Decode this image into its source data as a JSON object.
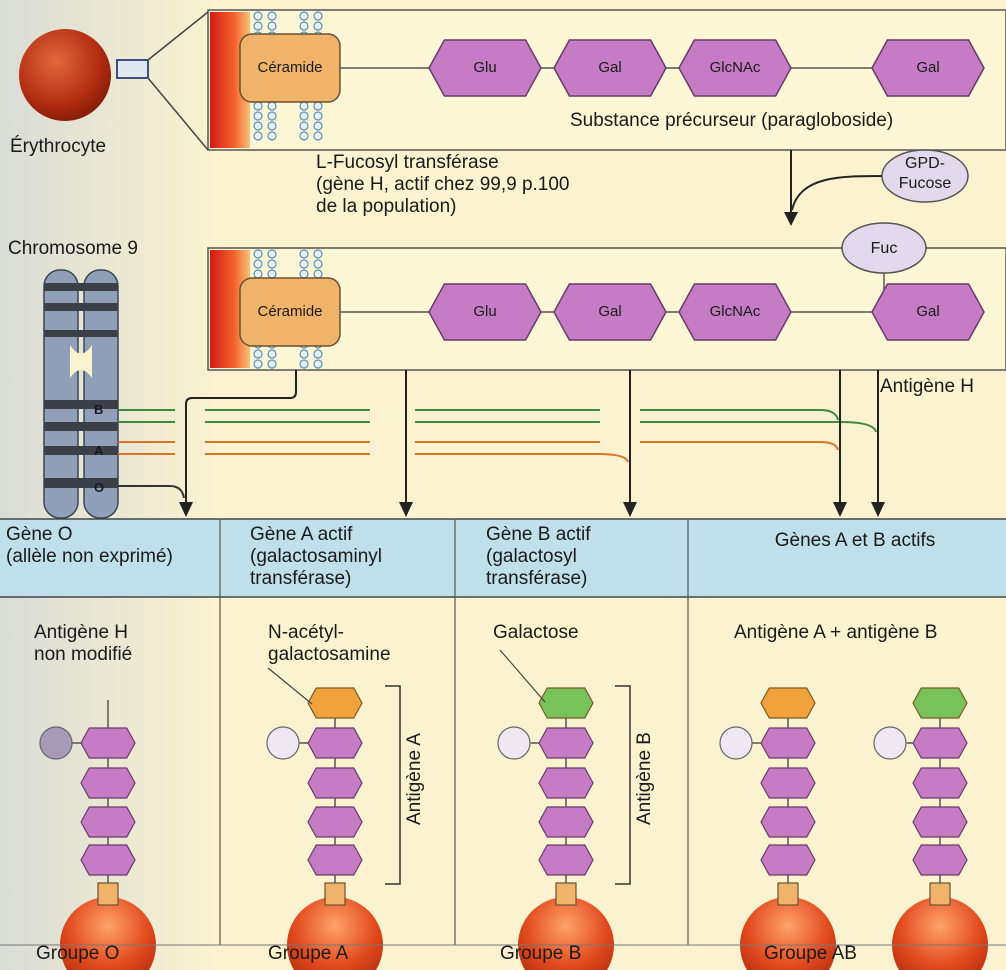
{
  "top": {
    "erythrocyte": "Érythrocyte",
    "precursor_title": "Substance précurseur (paragloboside)",
    "transferase": "L-Fucosyl transférase\n(gène H, actif chez 99,9 p.100\nde la population)",
    "gpd_fucose": "GPD-\nFucose",
    "chromosome": "Chromosome 9",
    "antigen_h": "Antigène H"
  },
  "chain_top": [
    "Céramide",
    "Glu",
    "Gal",
    "GlcNAc",
    "Gal"
  ],
  "chain_mid": [
    "Céramide",
    "Glu",
    "Gal",
    "GlcNAc",
    "Gal"
  ],
  "fuc": "Fuc",
  "chrom_labels": [
    "B",
    "A",
    "O"
  ],
  "columns": [
    {
      "header": "Gène O\n(allèle non exprimé)",
      "desc": "Antigène H\nnon modifié",
      "group": "Groupe O"
    },
    {
      "header": "Gène A actif\n(galactosaminyl\ntransférase)",
      "desc": "N-acétyl-\ngalactosamine",
      "bracket": "Antigène A",
      "group": "Groupe A"
    },
    {
      "header": "Gène B actif\n(galactosyl\ntransférase)",
      "desc": "Galactose",
      "bracket": "Antigène B",
      "group": "Groupe B"
    },
    {
      "header": "Gènes A et B actifs",
      "desc": "Antigène A + antigène B",
      "group": "Groupe AB"
    }
  ],
  "colors": {
    "purple": "#c57cc4",
    "ceramide": "#f0b36a",
    "orange": "#f2a23c",
    "green": "#78c25a",
    "header_band": "#bfe0ea",
    "red_cell": "#d8441f",
    "gene_line_green": "#3f8a3f",
    "gene_line_orange": "#d9742a"
  }
}
